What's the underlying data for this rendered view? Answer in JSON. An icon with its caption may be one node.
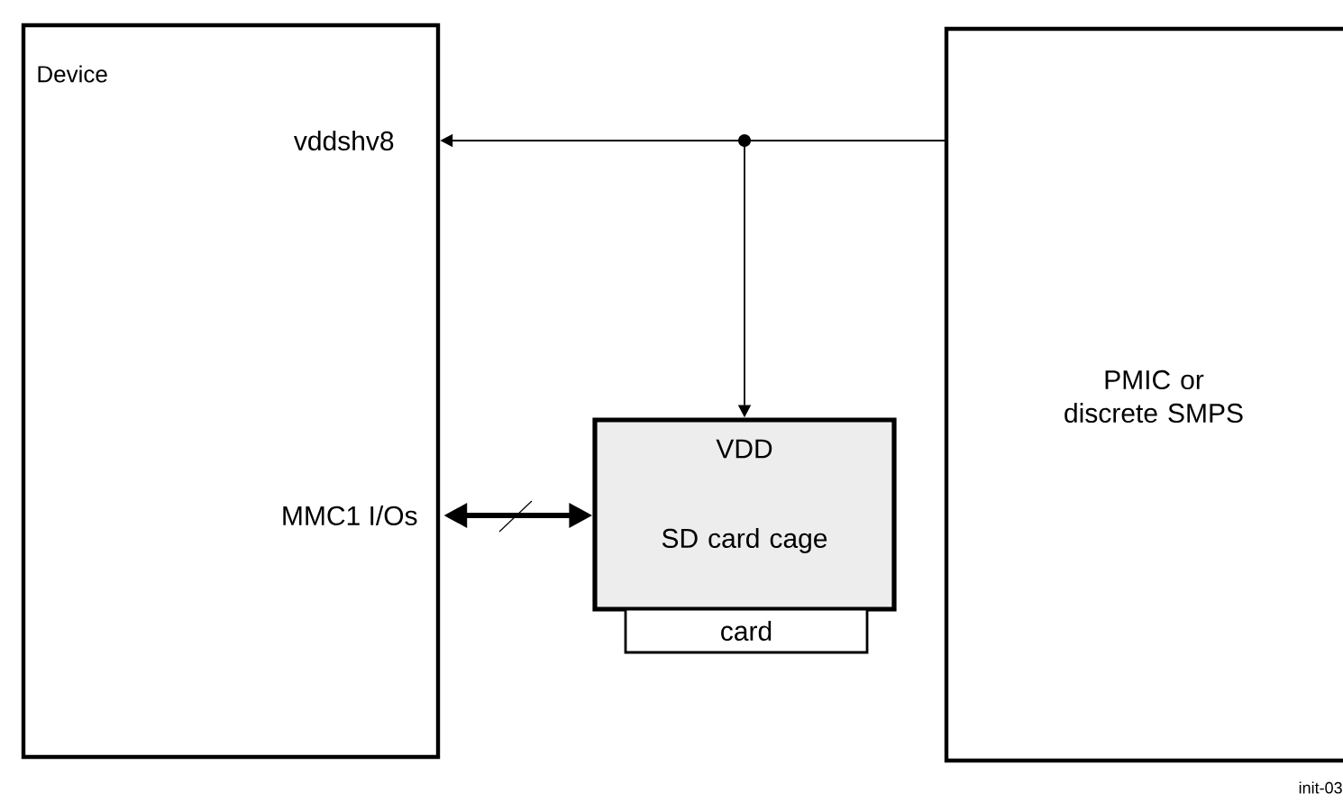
{
  "diagram": {
    "nodes": [
      {
        "text": [
          "Device"
        ]
      },
      {
        "text": [
          "VDD",
          "SD card cage"
        ]
      },
      {
        "text": [
          "PMIC or discrete SMPS"
        ]
      },
      {
        "text": [
          "card"
        ]
      }
    ],
    "edges": [
      {
        "from": 2,
        "to": 0,
        "arrow": "to"
      },
      {
        "from": 2,
        "to": 1,
        "arrow": "to"
      },
      {
        "from": 0,
        "to": 1,
        "arrow": "both",
        "style": "thick"
      }
    ],
    "labels": [
      "vddshv8",
      "MMC1 I/Os",
      "init-03"
    ]
  }
}
